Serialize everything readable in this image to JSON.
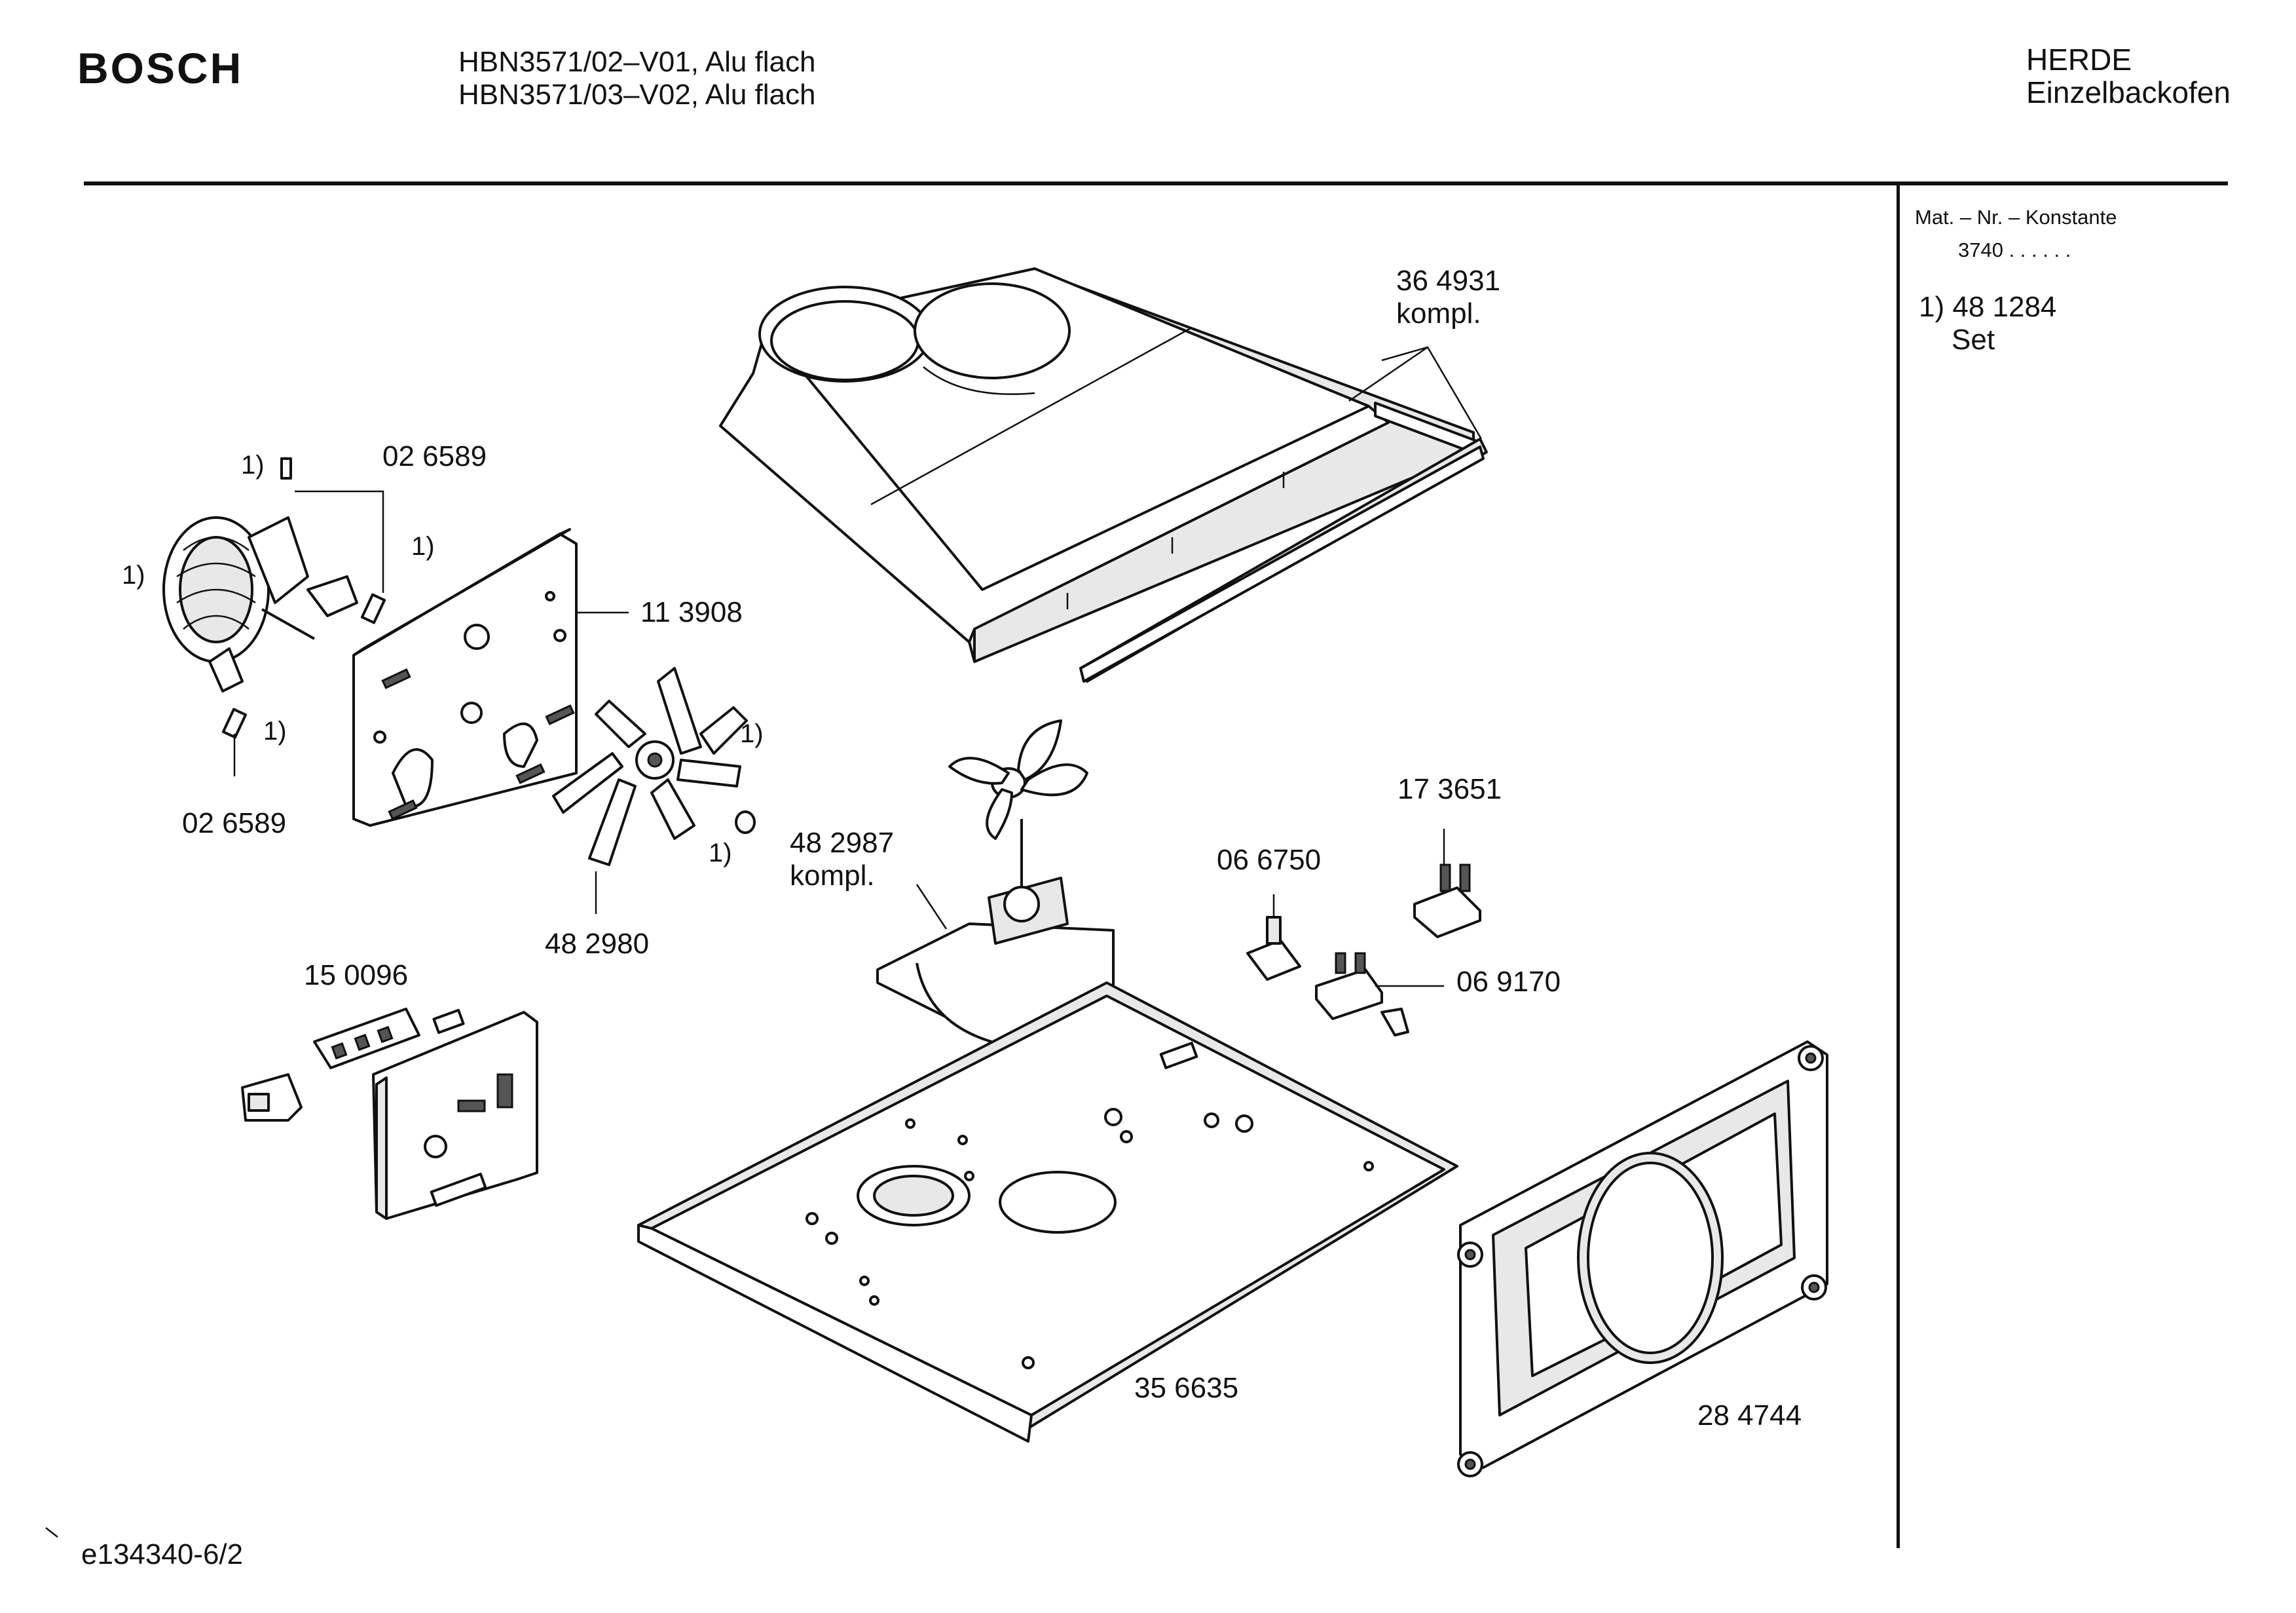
{
  "header": {
    "brand": "BOSCH",
    "models": [
      "HBN3571/02–V01, Alu flach",
      "HBN3571/03–V02, Alu flach"
    ],
    "category": [
      "HERDE",
      "Einzelbackofen"
    ]
  },
  "sidebar": {
    "title": "Mat. – Nr. – Konstante",
    "constant": "3740  .  .    .  .  .  .",
    "footnote_number": "1) 48 1284",
    "footnote_text": "Set"
  },
  "labels": {
    "p364931": "36 4931",
    "p364931_sub": "kompl.",
    "p026589_top": "02 6589",
    "p113908": "11 3908",
    "p026589_bottom": "02 6589",
    "p482980": "48 2980",
    "p482987": "48 2987",
    "p482987_sub": "kompl.",
    "p173651": "17 3651",
    "p066750": "06 6750",
    "p069170": "06 9170",
    "p150096": "15 0096",
    "p356635": "35 6635",
    "p284744": "28 4744"
  },
  "footnote_marks": [
    "1)",
    "1)",
    "1)",
    "1)",
    "1)",
    "1)"
  ],
  "footer": {
    "drawing_id": "e134340-6/2"
  }
}
